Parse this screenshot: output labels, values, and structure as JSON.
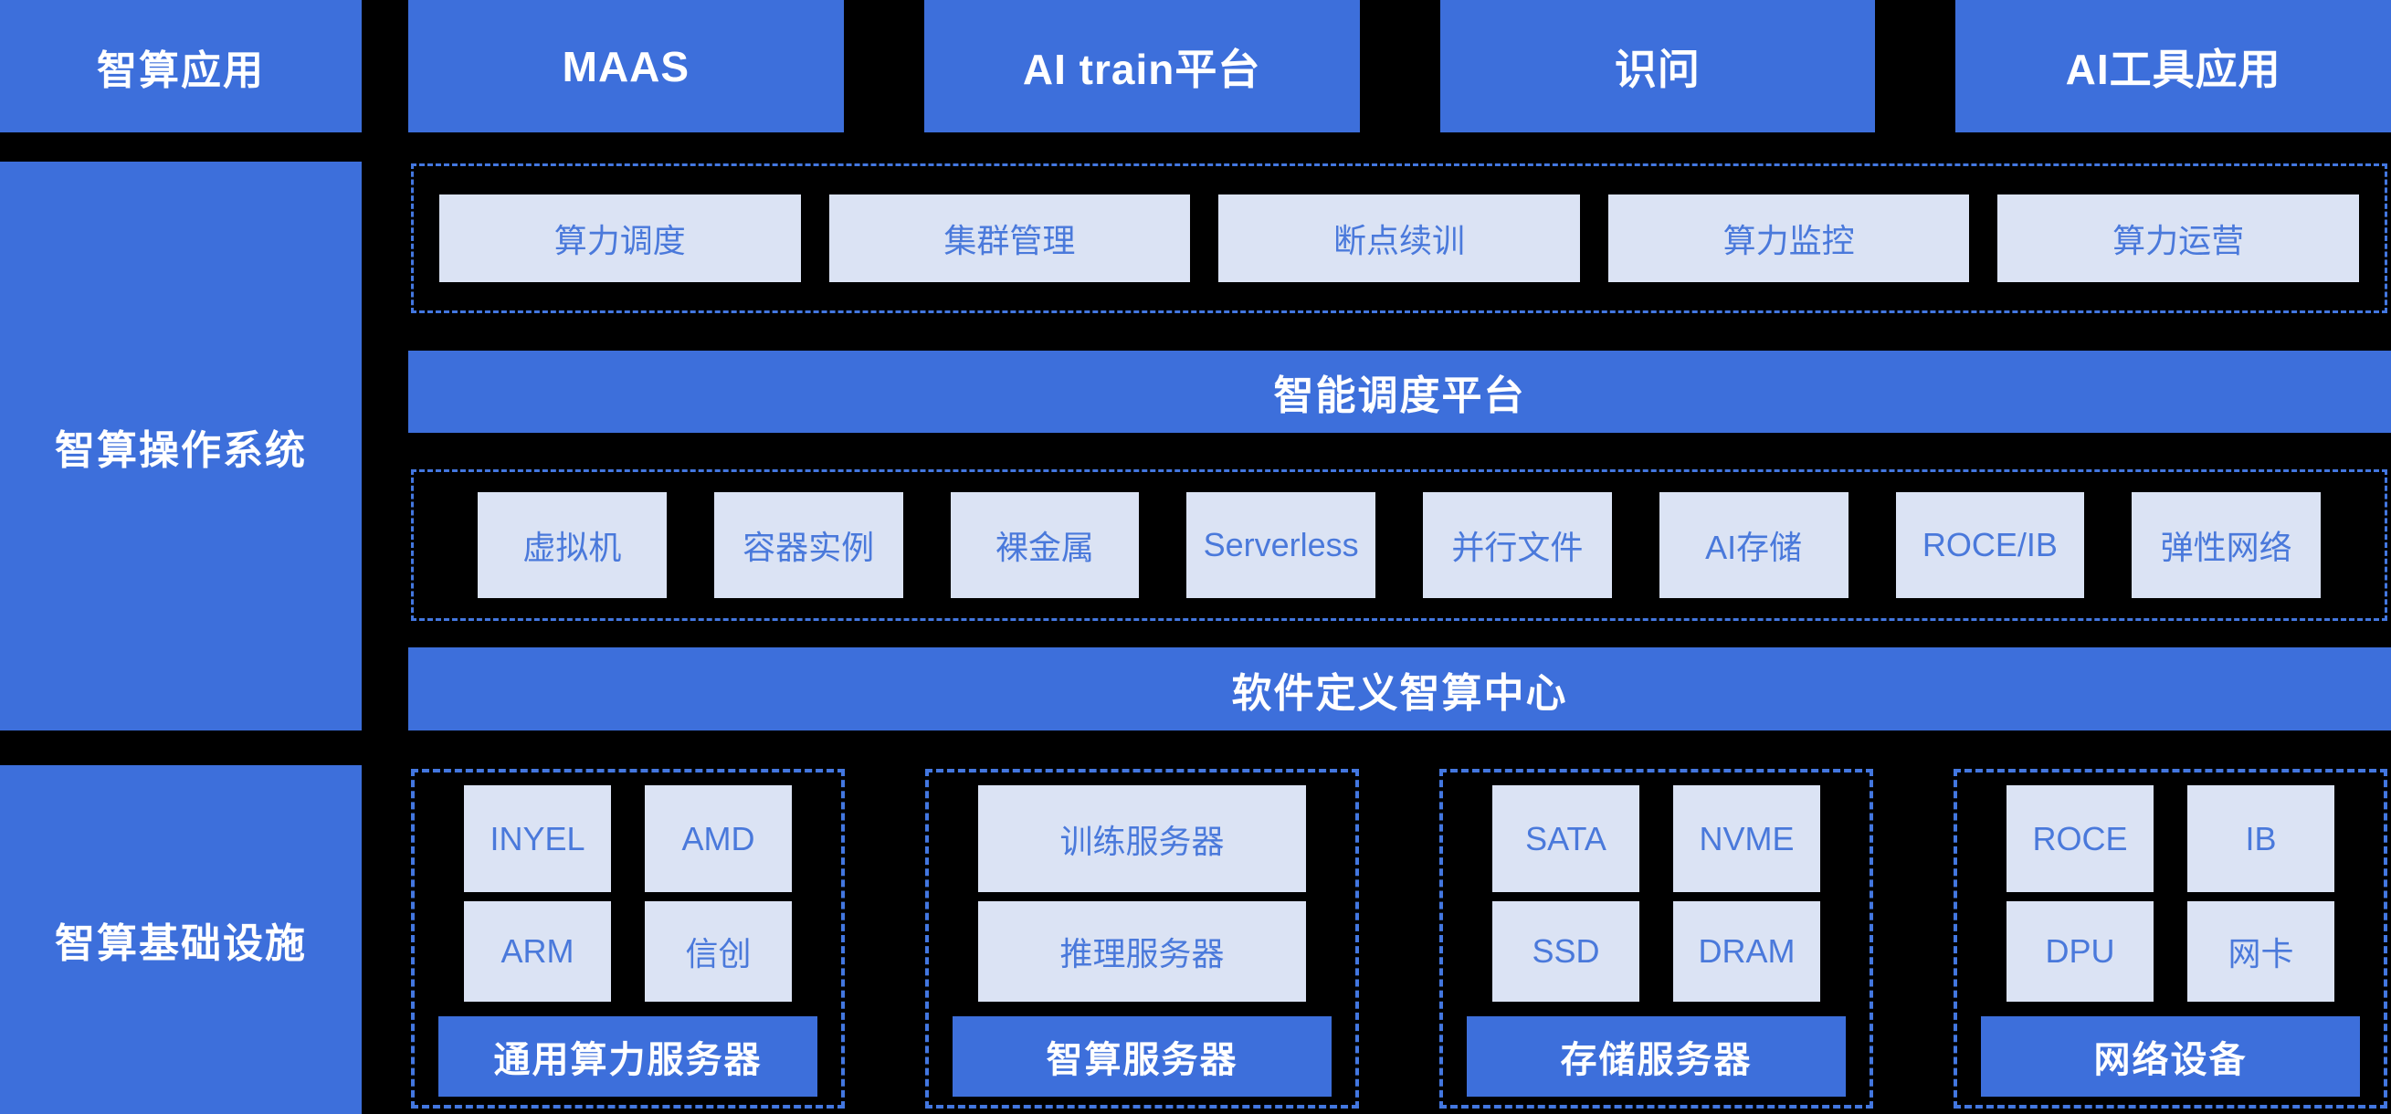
{
  "palette": {
    "bg": "#000000",
    "blue": "#3d6fdb",
    "chip_bg": "#dbe3f4",
    "chip_text": "#4a79db",
    "dash": "#4377e0",
    "white": "#ffffff"
  },
  "left_labels": {
    "applications": "智算应用",
    "os": "智算操作系统",
    "infrastructure": "智算基础设施"
  },
  "applications": [
    "MAAS",
    "AI train平台",
    "识问",
    "AI工具应用"
  ],
  "os": {
    "ops": [
      "算力调度",
      "集群管理",
      "断点续训",
      "算力监控",
      "算力运营"
    ],
    "scheduler_bar": "智能调度平台",
    "resources": [
      "虚拟机",
      "容器实例",
      "裸金属",
      "Serverless",
      "并行文件",
      "AI存储",
      "ROCE/IB",
      "弹性网络"
    ],
    "sddc_bar": "软件定义智算中心"
  },
  "infrastructure": {
    "general_compute": {
      "chips": [
        "INYEL",
        "AMD",
        "ARM",
        "信创"
      ],
      "bar": "通用算力服务器"
    },
    "ai_compute": {
      "chips": [
        "训练服务器",
        "推理服务器"
      ],
      "bar": "智算服务器"
    },
    "storage": {
      "chips": [
        "SATA",
        "NVME",
        "SSD",
        "DRAM"
      ],
      "bar": "存储服务器"
    },
    "network": {
      "chips": [
        "ROCE",
        "IB",
        "DPU",
        "网卡"
      ],
      "bar": "网络设备"
    }
  }
}
